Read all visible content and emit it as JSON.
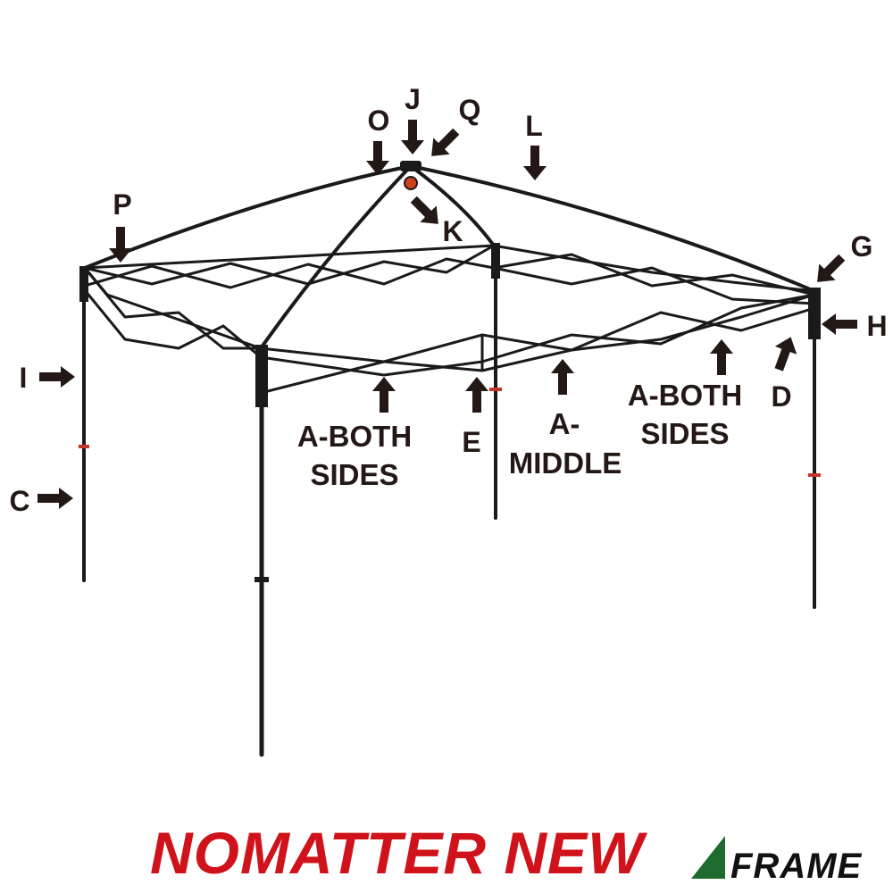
{
  "colors": {
    "frame": "#1a1a1a",
    "arrow": "#231815",
    "label": "#231815",
    "brand_red": "#d0121b",
    "leaf_green": "#1e6b2e",
    "pin_red": "#c8342a"
  },
  "callouts": {
    "O": "O",
    "J": "J",
    "Q": "Q",
    "L": "L",
    "P": "P",
    "K": "K",
    "G": "G",
    "H": "H",
    "I": "I",
    "C": "C",
    "D": "D",
    "E": "E",
    "a_both_1": [
      "A-BOTH",
      "SIDES"
    ],
    "a_middle": [
      "A-",
      "MIDDLE"
    ],
    "a_both_2": [
      "A-BOTH",
      "SIDES"
    ]
  },
  "branding": {
    "title": "NOMATTER NEW",
    "subtitle": "FRAME",
    "icon": "green-leaf-icon"
  }
}
